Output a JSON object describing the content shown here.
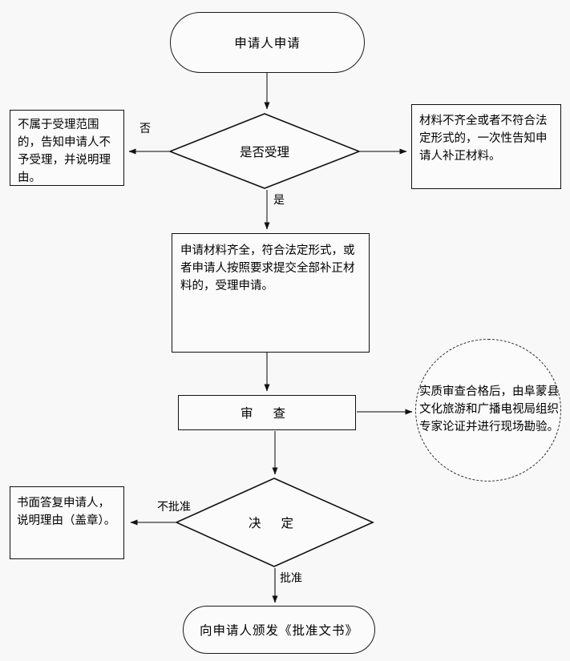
{
  "diagram": {
    "title_flow": "administrative-approval-flowchart",
    "colors": {
      "background": "#f7f8f7",
      "node_fill": "#fbfbfb",
      "stroke": "#111111",
      "arrow": "#444444"
    },
    "nodes": {
      "start": {
        "shape": "terminator",
        "text": "申请人申请"
      },
      "decision_accept": {
        "shape": "diamond",
        "text": "是否受理"
      },
      "reject_scope": {
        "shape": "rectangle",
        "text": "不属于受理范围的，告知申请人不予受理，并说明理由。"
      },
      "incomplete_materials": {
        "shape": "rectangle",
        "text": "材料不齐全或者不符合法定形式的，一次性告知申请人补正材料。"
      },
      "accept_application": {
        "shape": "rectangle",
        "text": "申请材料齐全，符合法定形式，或者申请人按照要求提交全部补正材料的，受理申请。"
      },
      "review": {
        "shape": "rectangle",
        "text": "审  查"
      },
      "expert_review_note": {
        "shape": "dashed-circle",
        "text": "实质审查合格后，由阜蒙县文化旅游和广播电视局组织专家论证并进行现场勘验。"
      },
      "decision_final": {
        "shape": "diamond",
        "text": "决  定"
      },
      "written_reply": {
        "shape": "rectangle",
        "text": "书面答复申请人，说明理由（盖章）。"
      },
      "issue_document": {
        "shape": "terminator",
        "text": "向申请人颁发《批准文书》"
      }
    },
    "edge_labels": {
      "no": "否",
      "yes": "是",
      "not_approved": "不批准",
      "approved": "批准"
    }
  }
}
